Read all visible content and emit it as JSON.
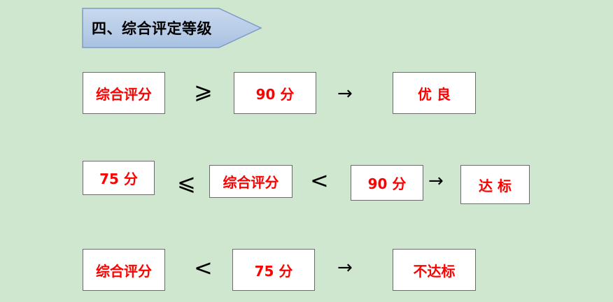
{
  "title": "四、综合评定等级",
  "row1": {
    "left": "综合评分",
    "op": "⩾",
    "value": "90 分",
    "arrow": "→",
    "result": "优  良"
  },
  "row2": {
    "value_low": "75 分",
    "op1": "⩽",
    "middle": "综合评分",
    "op2": "<",
    "value_high": "90 分",
    "arrow": "→",
    "result": "达  标"
  },
  "row3": {
    "left": "综合评分",
    "op": "<",
    "value": "75 分",
    "arrow": "→",
    "result": "不达标"
  }
}
